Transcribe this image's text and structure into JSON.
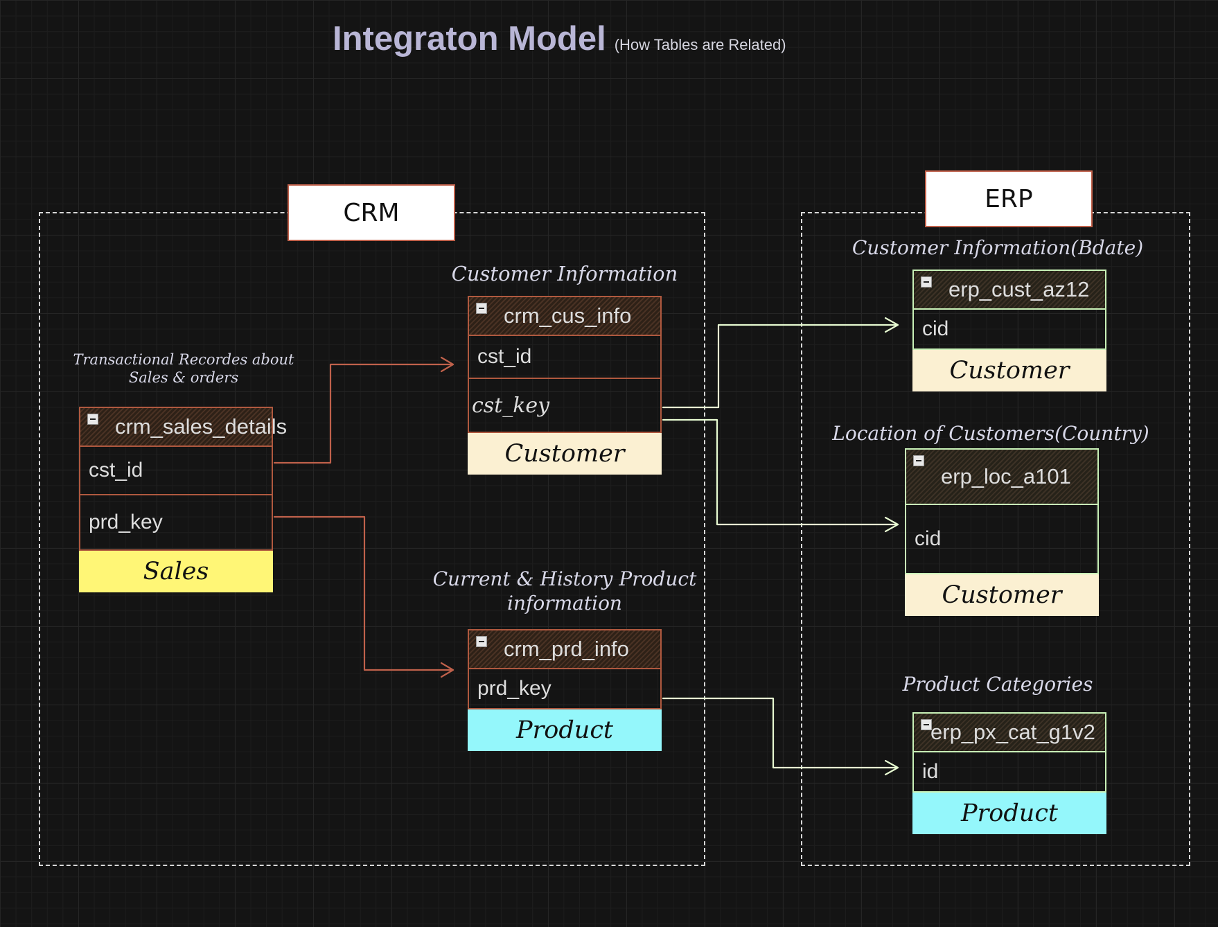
{
  "title": "Integraton Model",
  "subtitle": "(How Tables are Related)",
  "groups": {
    "crm": "CRM",
    "erp": "ERP"
  },
  "captions": {
    "sales": "Transactional Recordes about Sales & orders",
    "crm_cust": "Customer Information",
    "crm_prd": "Current & History Product information",
    "erp_cust": "Customer Information(Bdate)",
    "erp_loc": "Location of Customers(Country)",
    "erp_cat": "Product Categories"
  },
  "tables": {
    "crm_sales_details": {
      "name": "crm_sales_details",
      "cols": [
        "cst_id",
        "prd_key"
      ],
      "tag": "Sales"
    },
    "crm_cus_info": {
      "name": "crm_cus_info",
      "cols": [
        "cst_id",
        "cst_key"
      ],
      "tag": "Customer"
    },
    "crm_prd_info": {
      "name": "crm_prd_info",
      "cols": [
        "prd_key"
      ],
      "tag": "Product"
    },
    "erp_cust_az12": {
      "name": "erp_cust_az12",
      "cols": [
        "cid"
      ],
      "tag": "Customer"
    },
    "erp_loc_a101": {
      "name": "erp_loc_a101",
      "cols": [
        "cid"
      ],
      "tag": "Customer"
    },
    "erp_px_cat_g1v2": {
      "name": "erp_px_cat_g1v2",
      "cols": [
        "id"
      ],
      "tag": "Product"
    }
  },
  "colors": {
    "crm_border": "#b0593f",
    "erp_border": "#c9f2b8",
    "crm_link": "#c0614b",
    "erp_link": "#e8fcd2",
    "customer_tag": "#fbf0d2",
    "sales_tag": "#fff676",
    "product_tag": "#94f7fb"
  }
}
